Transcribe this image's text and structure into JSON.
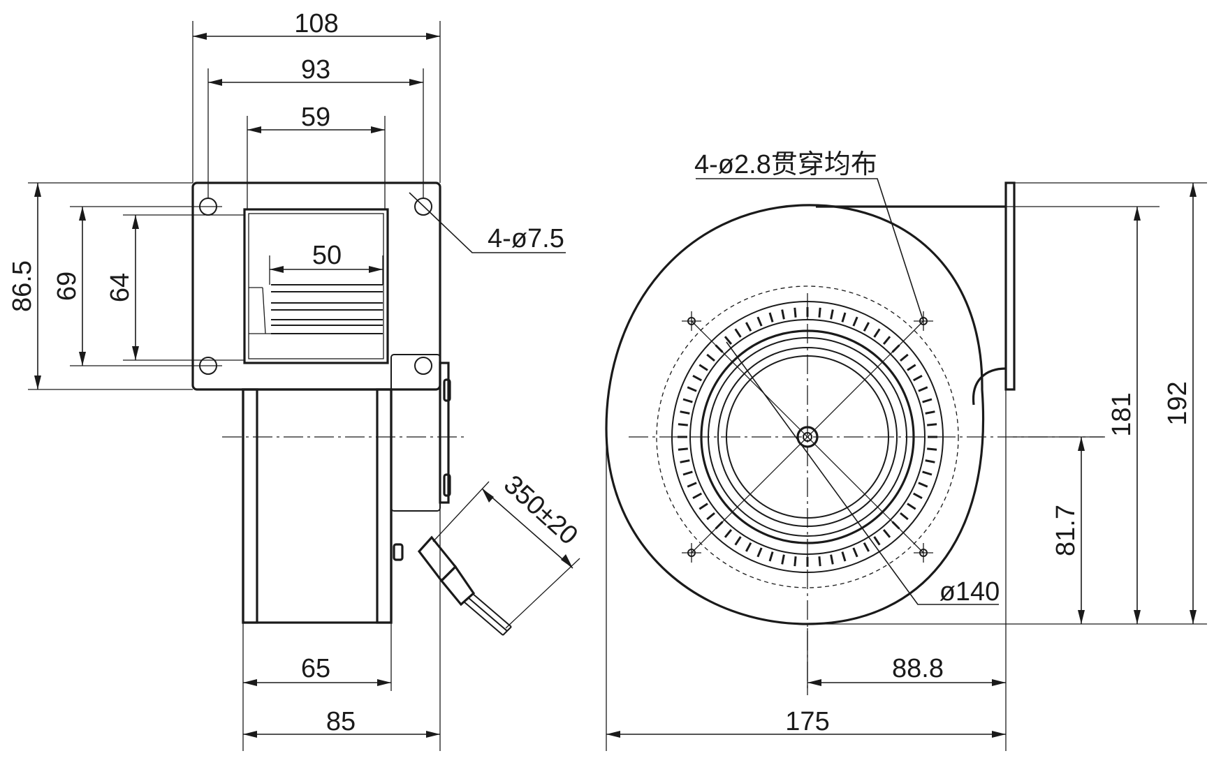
{
  "dimensions": {
    "top_width_outer": "108",
    "top_width_holes": "93",
    "top_width_outlet": "59",
    "outlet_inner": "50",
    "height_outer": "86.5",
    "height_holes": "69",
    "height_outlet": "64",
    "body_width": "65",
    "total_depth": "85",
    "cable_length": "350±20",
    "front_width": "175",
    "front_offset": "88.8",
    "front_height_total": "192",
    "front_height_inner": "181",
    "front_center_height": "81.7",
    "inlet_diameter": "ø140"
  },
  "notes": {
    "side_mount_holes": "4-ø7.5",
    "front_mount_holes": "4-ø2.8贯穿均布"
  }
}
